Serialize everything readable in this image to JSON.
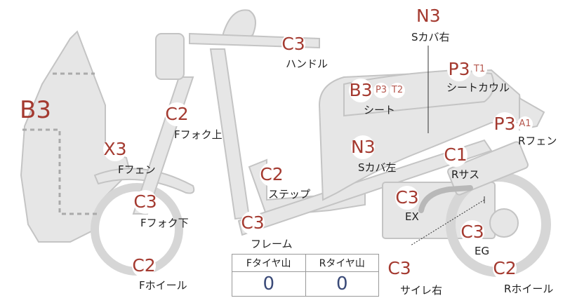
{
  "parts": [
    {
      "id": "n3-right",
      "code": "N3",
      "label": "Sカバ右"
    },
    {
      "id": "c3-handle",
      "code": "C3",
      "label": "ハンドル"
    },
    {
      "id": "p3-seatcowl",
      "code": "P3",
      "sub": "T1",
      "label": "シートカウル"
    },
    {
      "id": "b3-seat",
      "code": "B3",
      "subs": [
        "P3",
        "T2"
      ],
      "label": "シート"
    },
    {
      "id": "c2-ffork-upper",
      "code": "C2",
      "label": "Fフォク上"
    },
    {
      "id": "p3-rfender",
      "code": "P3",
      "sub": "A1",
      "label": "Rフェン"
    },
    {
      "id": "x3-ffender",
      "code": "X3",
      "label": "Fフェン"
    },
    {
      "id": "n3-left",
      "code": "N3",
      "label": "Sカバ左"
    },
    {
      "id": "c1-rsus",
      "code": "C1",
      "label": "Rサス"
    },
    {
      "id": "c2-step",
      "code": "C2",
      "label": "ステップ"
    },
    {
      "id": "c3-ex",
      "code": "C3",
      "label": "EX"
    },
    {
      "id": "c3-ffork-lower",
      "code": "C3",
      "label": "Fフォク下"
    },
    {
      "id": "c3-frame",
      "code": "C3",
      "label": "フレーム"
    },
    {
      "id": "c3-eg",
      "code": "C3",
      "label": "EG"
    },
    {
      "id": "c2-fwheel",
      "code": "C2",
      "label": "Fホイール"
    },
    {
      "id": "c3-muffler-right",
      "code": "C3",
      "label": "サイレ右"
    },
    {
      "id": "c2-rwheel",
      "code": "C2",
      "label": "Rホイール"
    },
    {
      "id": "b3-body",
      "code": "B3"
    }
  ],
  "tire_table": {
    "front_header": "Fタイヤ山",
    "rear_header": "Rタイヤ山",
    "front_value": "0",
    "rear_value": "0"
  },
  "colors": {
    "body_fill": "#e6e6e6",
    "outline": "#c4c4c4",
    "code_text": "#a43a30",
    "value_text": "#3a4a78"
  }
}
